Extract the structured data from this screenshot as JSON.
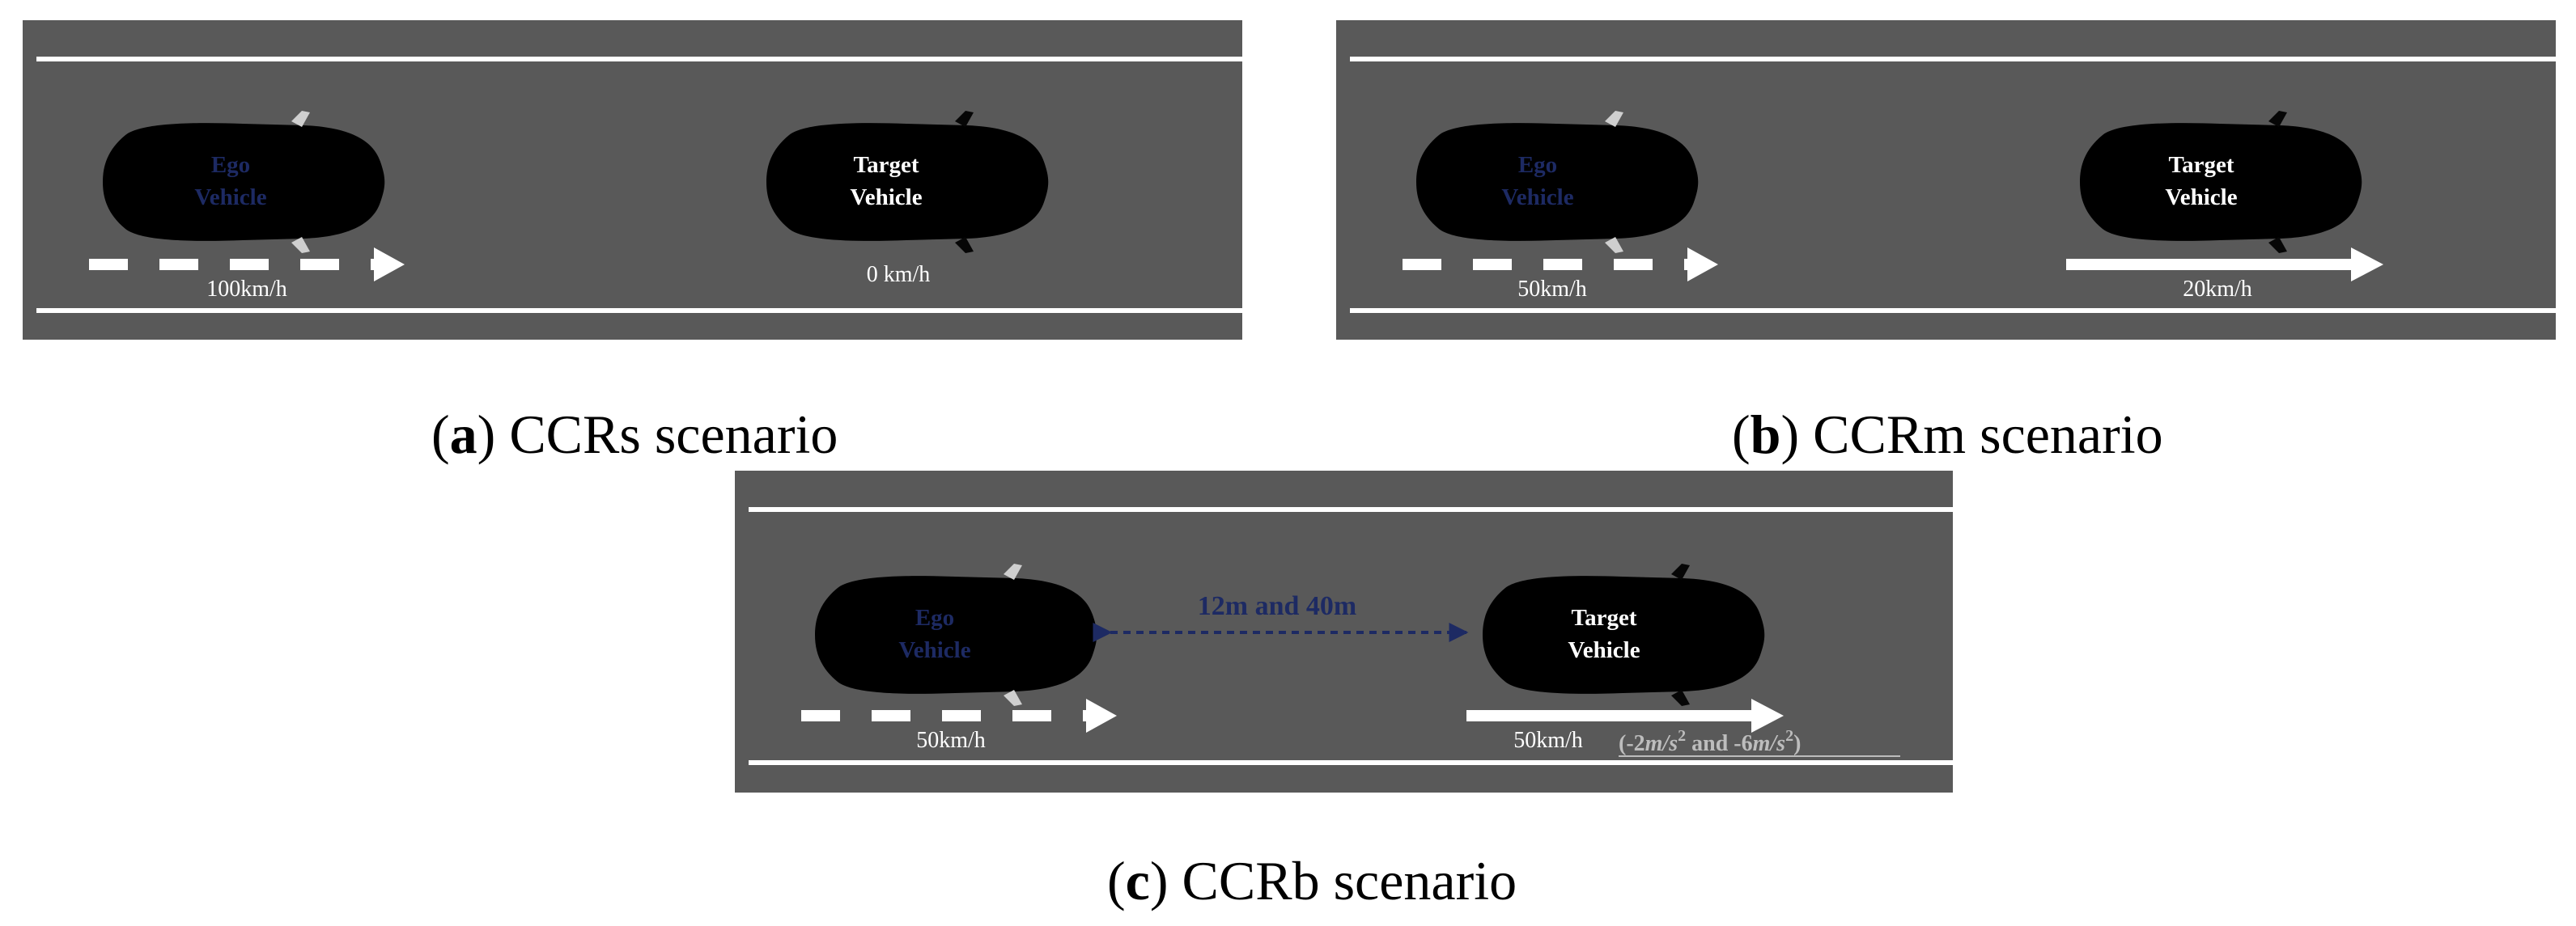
{
  "panels": [
    {
      "id": "a",
      "caption_letter": "a",
      "caption_text": "CCRs scenario",
      "ego_label_line1": "Ego",
      "ego_label_line2": "Vehicle",
      "target_label_line1": "Target",
      "target_label_line2": "Vehicle",
      "ego_speed": "100km/h",
      "target_speed": "0 km/h"
    },
    {
      "id": "b",
      "caption_letter": "b",
      "caption_text": "CCRm scenario",
      "ego_label_line1": "Ego",
      "ego_label_line2": "Vehicle",
      "target_label_line1": "Target",
      "target_label_line2": "Vehicle",
      "ego_speed": "50km/h",
      "target_speed": "20km/h"
    },
    {
      "id": "c",
      "caption_letter": "c",
      "caption_text": "CCRb scenario",
      "ego_label_line1": "Ego",
      "ego_label_line2": "Vehicle",
      "target_label_line1": "Target",
      "target_label_line2": "Vehicle",
      "ego_speed": "50km/h",
      "target_speed": "50km/h",
      "gap_label": "12m and 40m",
      "decel_open": "(-2",
      "decel_unit": "m/s",
      "decel_exp": "2",
      "decel_mid": " and -6",
      "decel_close": ")"
    }
  ],
  "colors": {
    "road": "#595959",
    "ego_car": "#cfcfcf",
    "target_car": "#060606",
    "label_navy": "#1d2a63"
  }
}
